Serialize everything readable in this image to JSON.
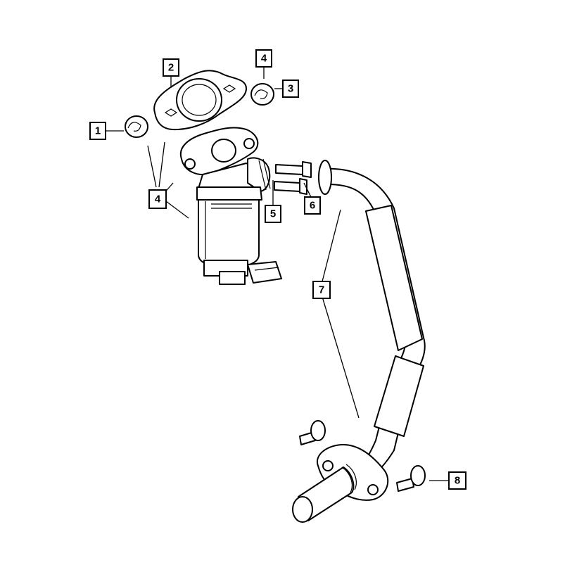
{
  "callouts": [
    {
      "id": "c1",
      "label": "1"
    },
    {
      "id": "c2",
      "label": "2"
    },
    {
      "id": "c3",
      "label": "3"
    },
    {
      "id": "c4a",
      "label": "4"
    },
    {
      "id": "c4b",
      "label": "4"
    },
    {
      "id": "c5",
      "label": "5"
    },
    {
      "id": "c6",
      "label": "6"
    },
    {
      "id": "c7",
      "label": "7"
    },
    {
      "id": "c8",
      "label": "8"
    }
  ]
}
